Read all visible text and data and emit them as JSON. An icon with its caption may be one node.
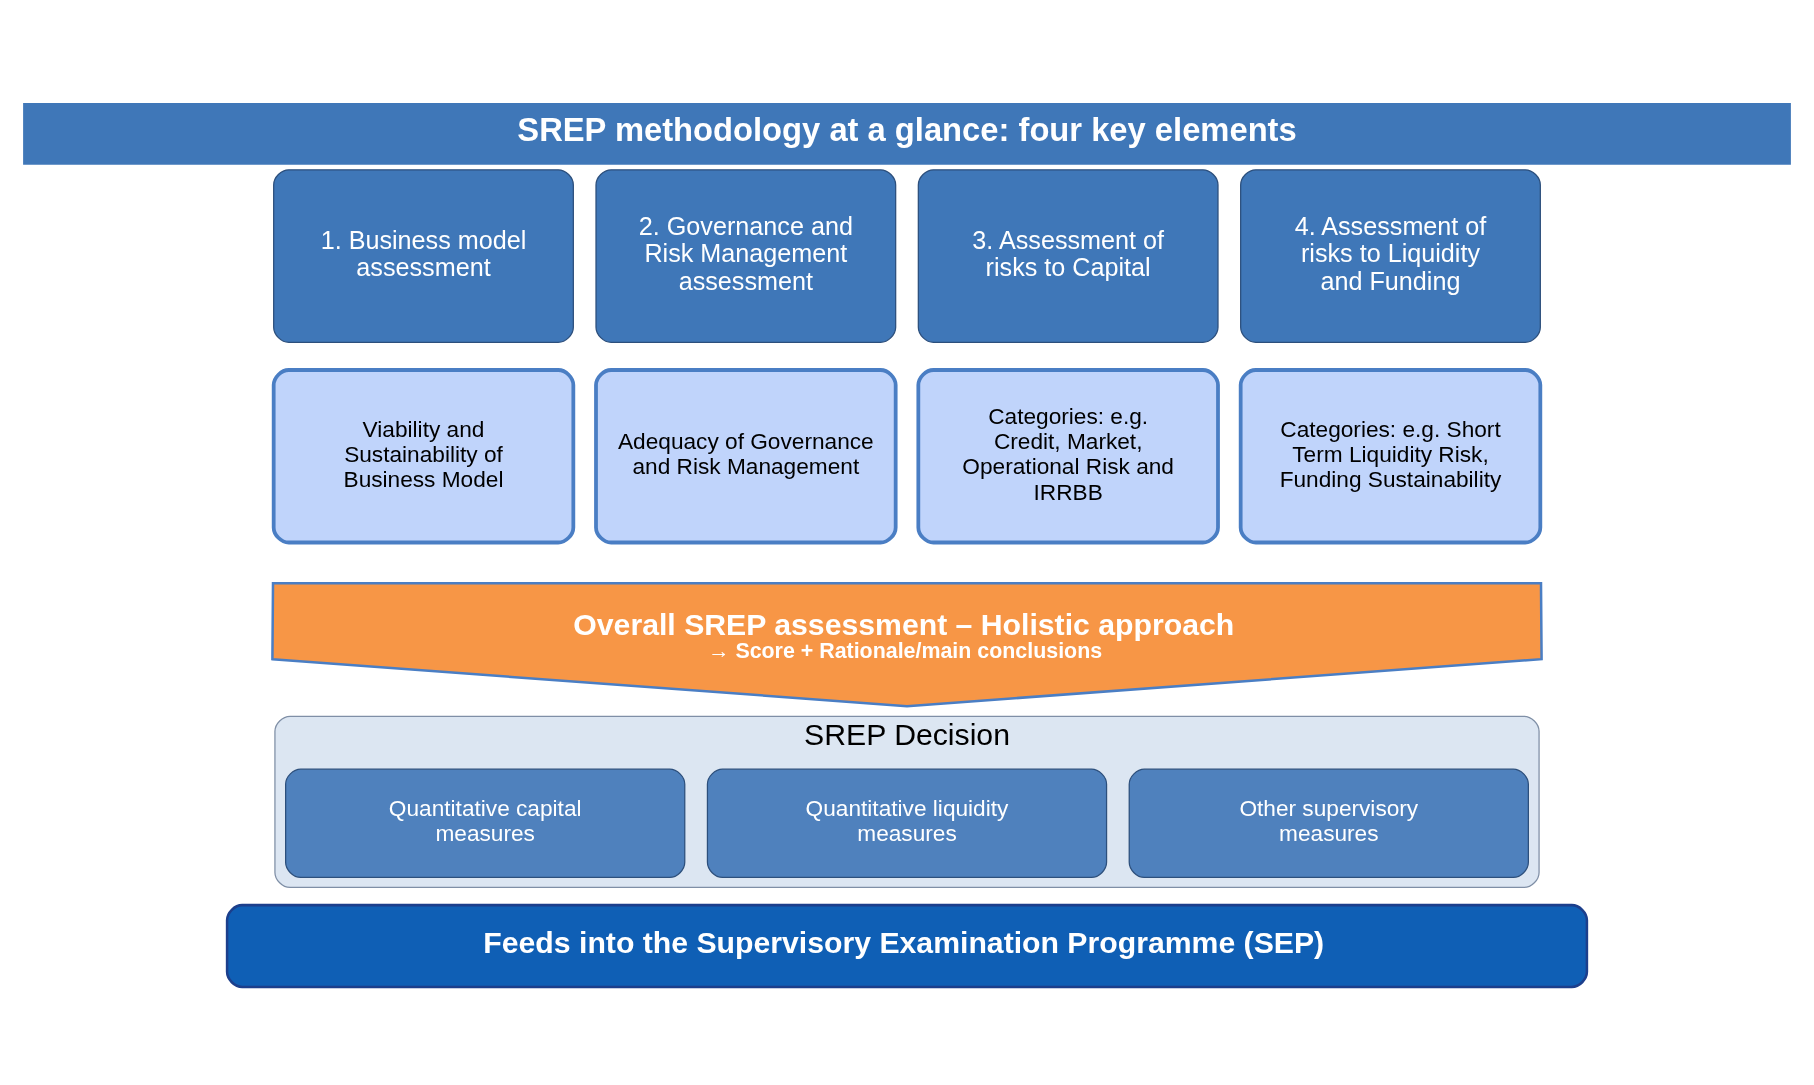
{
  "diagram": {
    "title": "SREP methodology at a glance: four key elements",
    "nodes": [
      {
        "text": [
          "1. Business model assessment"
        ]
      },
      {
        "text": [
          "2. Governance and Risk Management assessment"
        ]
      },
      {
        "text": [
          "3. Assessment of risks to Capital"
        ]
      },
      {
        "text": [
          "4. Assessment of risks to Liquidity and Funding"
        ]
      },
      {
        "text": [
          "Viability and Sustainability of Business Model"
        ]
      },
      {
        "text": [
          "Adequacy of Governance and Risk Management"
        ]
      },
      {
        "text": [
          "Categories: e.g. Credit, Market, Operational Risk and IRRBB"
        ]
      },
      {
        "text": [
          "Categories: e.g. Short Term Liquidity Risk, Funding Sustainability"
        ]
      },
      {
        "text": [
          "Overall SREP assessment – Holistic approach",
          "→ Score + Rationale/main conclusions"
        ]
      },
      {
        "text": [
          "SREP Decision"
        ]
      },
      {
        "text": [
          "Quantitative capital measures"
        ],
        "in": 9
      },
      {
        "text": [
          "Quantitative liquidity measures"
        ],
        "in": 9
      },
      {
        "text": [
          "Other supervisory measures"
        ],
        "in": 9
      },
      {
        "text": [
          "Feeds into the Supervisory Examination Programme (SEP)"
        ]
      }
    ],
    "edges": []
  }
}
